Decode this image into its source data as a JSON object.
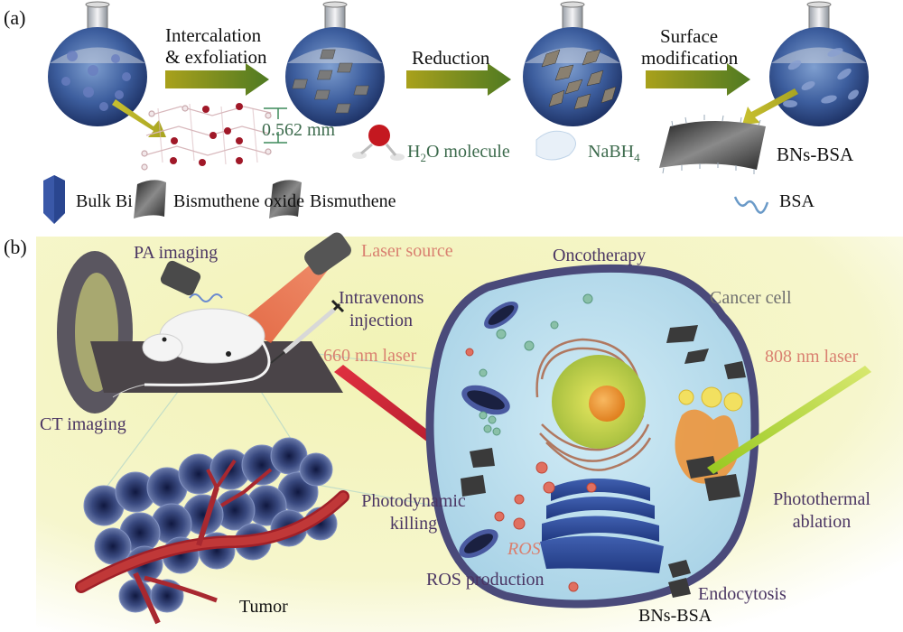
{
  "panel_a": {
    "label": "(a)",
    "steps": [
      {
        "line1": "Intercalation",
        "line2": "& exfoliation"
      },
      {
        "line1": "Reduction"
      },
      {
        "line1": "Surface",
        "line2": "modification"
      }
    ],
    "layer_spacing": "0.562 mm",
    "h2o": {
      "prefix": "H",
      "sub": "2",
      "suffix": "O molecule"
    },
    "nabh4": {
      "prefix": "NaBH",
      "sub": "4"
    },
    "product": "BNs-BSA",
    "legend": [
      {
        "icon": "bulk-bi-crystal-icon",
        "label": "Bulk Bi"
      },
      {
        "icon": "bismuthene-oxide-sheet-icon",
        "label": "Bismuthene oxide"
      },
      {
        "icon": "bismuthene-sheet-icon",
        "label": "Bismuthene"
      },
      {
        "icon": "bsa-wave-icon",
        "label": "BSA"
      }
    ]
  },
  "panel_b": {
    "label": "(b)",
    "pa_imaging": "PA imaging",
    "laser_source": "Laser source",
    "intravenous_line1": "Intravenons",
    "intravenous_line2": "injection",
    "laser_660": "660 nm laser",
    "ct_imaging": "CT imaging",
    "oncotherapy": "Oncotherapy",
    "cancer_cell": "Cancer cell",
    "laser_808": "808 nm laser",
    "photodynamic_line1": "Photodynamic",
    "photodynamic_line2": "killing",
    "ros": "ROS",
    "ros_production": "ROS production",
    "photothermal_line1": "Photothermal",
    "photothermal_line2": "ablation",
    "tumor": "Tumor",
    "endocytosis": "Endocytosis",
    "bns_bsa": "BNs-BSA"
  },
  "colors": {
    "flask_blue": "#3b5a9a",
    "arrow_green": "#6a8a1e",
    "panel_b_bg": "#f4f4c0",
    "cell_fill": "#bfe0ee",
    "cell_membrane": "#4a4a7a",
    "laser_red": "#c8283a",
    "laser_green": "#b8d840"
  }
}
